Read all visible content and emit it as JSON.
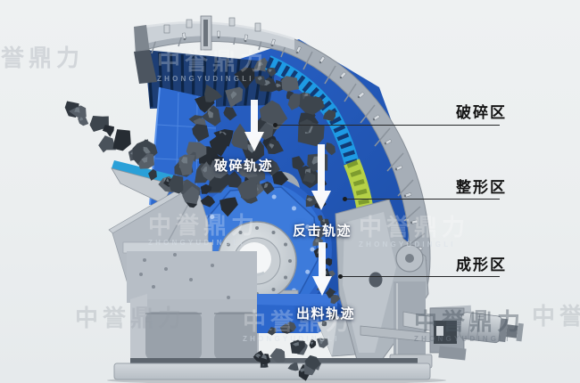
{
  "watermark": {
    "cn": "中誉鼎力",
    "en": "ZHONGYUDINGLI"
  },
  "annotations": {
    "trajectories": [
      {
        "label": "破碎轨迹"
      },
      {
        "label": "反击轨迹"
      },
      {
        "label": "出料轨迹"
      }
    ],
    "zones": [
      {
        "label": "破碎区"
      },
      {
        "label": "整形区"
      },
      {
        "label": "成形区"
      }
    ]
  },
  "colors": {
    "background": "#edf0f1",
    "machine_blue": "#2e6ad0",
    "liner_cyan": "#1e9ae4",
    "liner_green": "#b5d147",
    "housing_gray": "#a6aeb7",
    "arrow_white": "#ffffff",
    "label_black": "#141414"
  }
}
